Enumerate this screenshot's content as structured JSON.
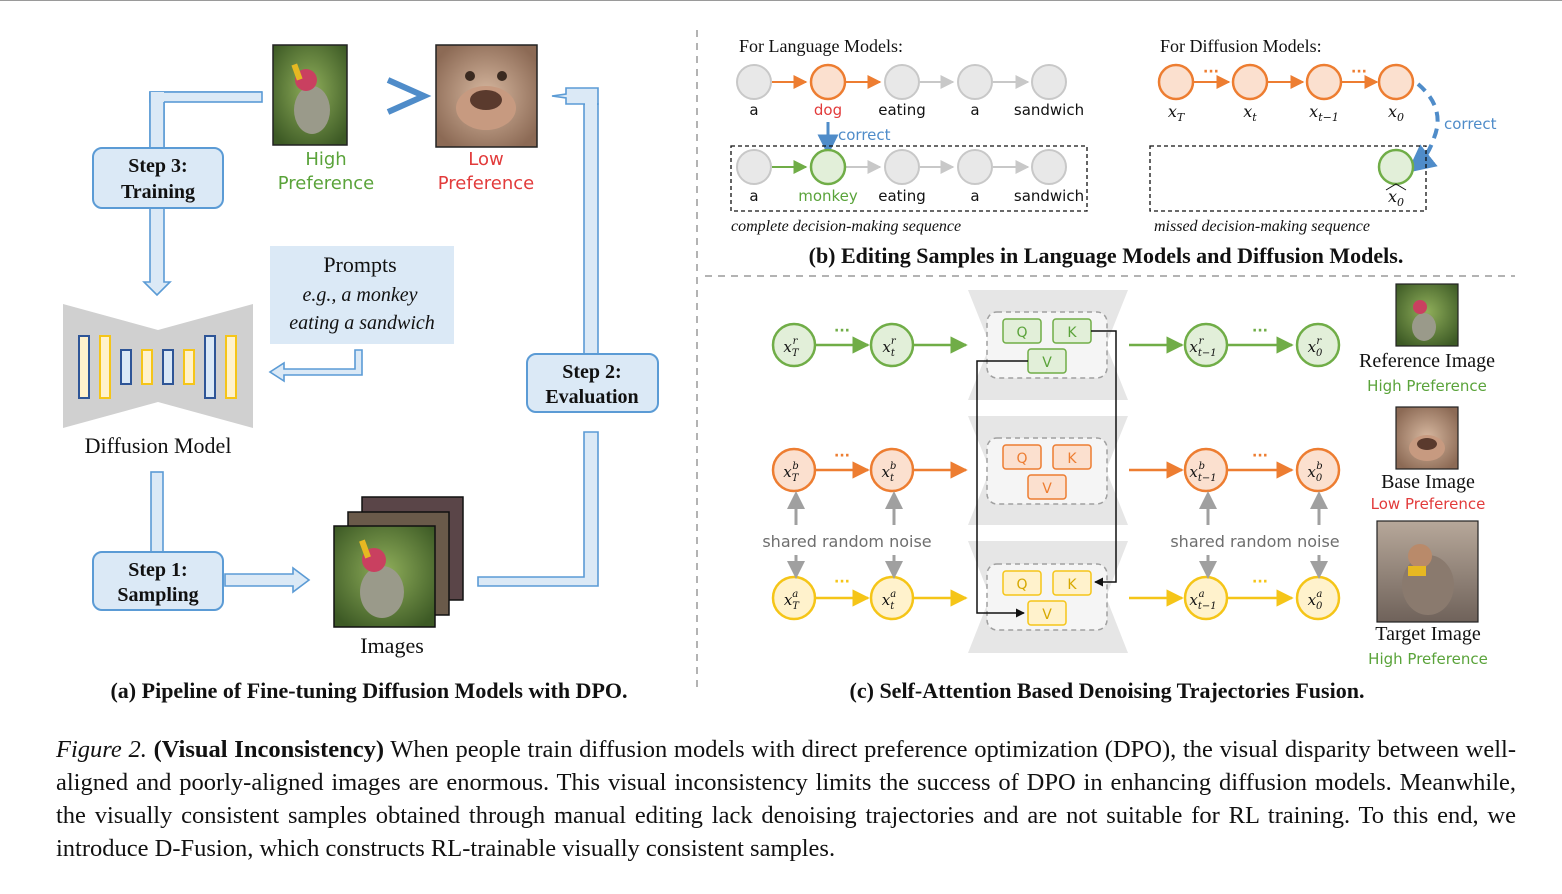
{
  "colors": {
    "blue_box_fill": "#dbe9f6",
    "blue_line": "#5b9bd5",
    "green": "#70ad47",
    "green_text": "#5aa33a",
    "green_fill": "#e2efd9",
    "orange": "#ed7d31",
    "orange_fill": "#fbe0cf",
    "yellow": "#f5c518",
    "yellow_fill": "#fff2cc",
    "gray_node": "#d9d9d9",
    "red_text": "#e23b3b",
    "dark_blue": "#2e5597"
  },
  "panel_a": {
    "step3_line1": "Step 3:",
    "step3_line2": "Training",
    "step2_line1": "Step 2:",
    "step2_line2": "Evaluation",
    "step1_line1": "Step 1:",
    "step1_line2": "Sampling",
    "high_pref_1": "High",
    "high_pref_2": "Preference",
    "low_pref_1": "Low",
    "low_pref_2": "Preference",
    "prompts_title": "Prompts",
    "prompts_line1": "e.g., a monkey",
    "prompts_line2": "eating a sandwich",
    "diffusion_model": "Diffusion Model",
    "images_label": "Images",
    "caption": "(a) Pipeline of Fine-tuning Diffusion Models with DPO."
  },
  "panel_b": {
    "lm_title": "For Language Models:",
    "dm_title": "For Diffusion Models:",
    "lm_top_tokens": [
      "a",
      "dog",
      "eating",
      "a",
      "sandwich"
    ],
    "lm_bottom_tokens": [
      "a",
      "monkey",
      "eating",
      "a",
      "sandwich"
    ],
    "correct": "correct",
    "dots": "···",
    "complete_seq": "complete decision-making sequence",
    "missed_seq": "missed decision-making sequence",
    "caption": "(b) Editing Samples in Language Models and Diffusion Models."
  },
  "panel_c": {
    "q": "Q",
    "k": "K",
    "v": "V",
    "dots": "···",
    "shared_noise": "shared random noise",
    "reference_image": "Reference Image",
    "base_image": "Base Image",
    "target_image": "Target Image",
    "high_pref": "High Preference",
    "low_pref": "Low Preference",
    "caption": "(c) Self-Attention Based Denoising Trajectories Fusion."
  },
  "figure_caption": {
    "label": "Figure 2.",
    "bold": "(Visual Inconsistency)",
    "text": " When people train diffusion models with direct preference optimization (DPO), the visual disparity between well-aligned and poorly-aligned images are enormous. This visual inconsistency limits the success of DPO in enhancing diffusion models. Meanwhile, the visually consistent samples obtained through manual editing lack denoising trajectories and are not suitable for RL training. To this end, we introduce D-Fusion, which constructs RL-trainable visually consistent samples."
  }
}
